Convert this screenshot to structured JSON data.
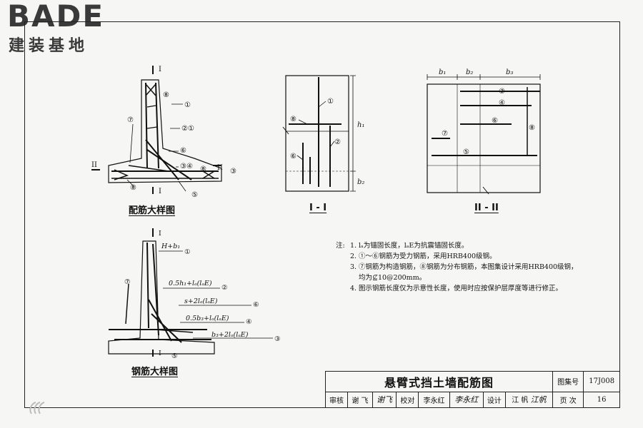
{
  "logo": {
    "word": "BADE",
    "subtitle": "建装基地"
  },
  "figures": {
    "rebar_detail": {
      "caption": "配筋大样图",
      "section_mark": "I",
      "section_mark_side": "II",
      "callouts": [
        "①",
        "②①",
        "⑥",
        "③④",
        "⑤",
        "③",
        "⑦",
        "⑧",
        "⑧",
        "⑧"
      ]
    },
    "section_1": {
      "caption": "I - I",
      "callouts": [
        "①",
        "②",
        "⑥",
        "⑧"
      ],
      "dims": [
        "h₁",
        "b₂"
      ]
    },
    "section_2": {
      "caption": "II - II",
      "callouts": [
        "③",
        "④",
        "⑥",
        "⑦",
        "⑤",
        "⑧"
      ],
      "dims": [
        "b₁",
        "b₂",
        "b₃"
      ]
    },
    "bar_detail": {
      "caption": "钢筋大样图",
      "section_mark": "I",
      "labels": [
        "H+b₁",
        "0.5h₁+lₐ(lₐE)",
        "s+2lₐ(lₐE)",
        "0.5b₃+lₐ(lₐE)",
        "b₃+2lₐ(lₐE)"
      ],
      "callouts": [
        "①",
        "②",
        "⑥",
        "④",
        "③",
        "⑤",
        "⑦"
      ]
    }
  },
  "notes": {
    "label": "注:",
    "items": [
      {
        "num": "1.",
        "text": "lₐ为锚固长度，lₐE为抗震锚固长度。"
      },
      {
        "num": "2.",
        "text": "①～⑥钢筋为受力钢筋，采用HRB400级钢。"
      },
      {
        "num": "3.",
        "text": "⑦钢筋为构造钢筋，⑧钢筋为分布钢筋，本图集设计采用HRB400级钢，"
      },
      {
        "num": "",
        "text": "均为⊈10@200mm。"
      },
      {
        "num": "4.",
        "text": "图示钢筋长度仅为示意性长度，使用时应按保护层厚度等进行修正。"
      }
    ]
  },
  "title_block": {
    "title": "悬臂式挡土墙配筋图",
    "atlas_label": "图集号",
    "atlas_no": "17J008",
    "review_label": "审核",
    "reviewer": "谢 飞",
    "reviewer_sig": "谢飞",
    "check_label": "校对",
    "checker": "李永红",
    "checker_sig": "李永红",
    "design_label": "设计",
    "designer": "江 帆",
    "designer_sig": "江帆",
    "page_label": "页 次",
    "page_no": "16"
  }
}
